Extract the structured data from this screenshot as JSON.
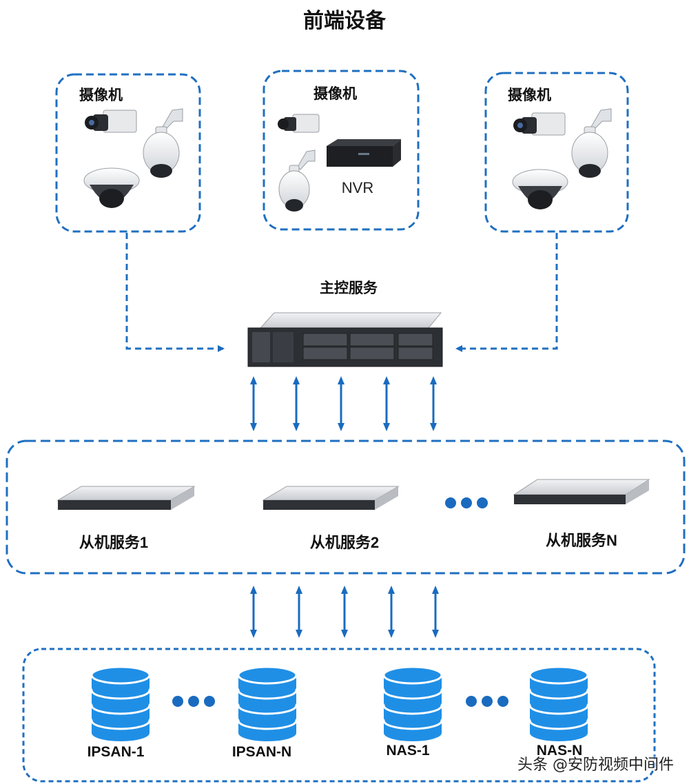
{
  "title": "前端设备",
  "front_groups": [
    {
      "label": "摄像机"
    },
    {
      "label": "摄像机",
      "nvr_label": "NVR"
    },
    {
      "label": "摄像机"
    }
  ],
  "master": {
    "label": "主控服务"
  },
  "slaves": [
    "从机服务1",
    "从机服务2",
    "从机服务N"
  ],
  "storage": [
    "IPSAN-1",
    "IPSAN-N",
    "NAS-1",
    "NAS-N"
  ],
  "watermark": "头条 @安防视频中间件",
  "colors": {
    "dash": "#1f6fc0",
    "arrow": "#1a6bbf",
    "db": "#1f8fe6",
    "dots": "#1a6bbf"
  }
}
